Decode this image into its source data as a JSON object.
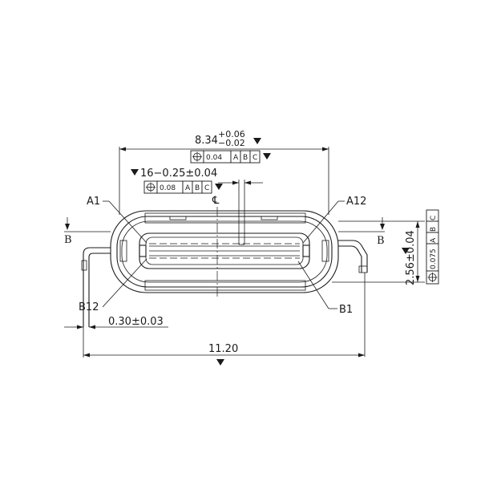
{
  "dimensions": {
    "overall_width_nominal": "8.34",
    "overall_width_plus": "+0.06",
    "overall_width_minus": "−0.02",
    "pin_spacing": "16−0.25±0.04",
    "total_length": "11.20",
    "lead_width": "0.30±0.03",
    "height": "2.56±0.04"
  },
  "tolerance_frames": {
    "top": {
      "value": "0.04",
      "datums": [
        "A",
        "B",
        "C"
      ]
    },
    "pins": {
      "value": "0.08",
      "datums": [
        "A",
        "B",
        "C"
      ]
    },
    "right": {
      "value": "0.075",
      "datums": [
        "A",
        "B",
        "C"
      ]
    }
  },
  "labels": {
    "a1": "A1",
    "a12": "A12",
    "b12": "B12",
    "b1": "B1",
    "section_left": "B",
    "section_right": "B",
    "centerline": "℄"
  },
  "colors": {
    "ink": "#1a1a1a",
    "paper": "#ffffff"
  }
}
